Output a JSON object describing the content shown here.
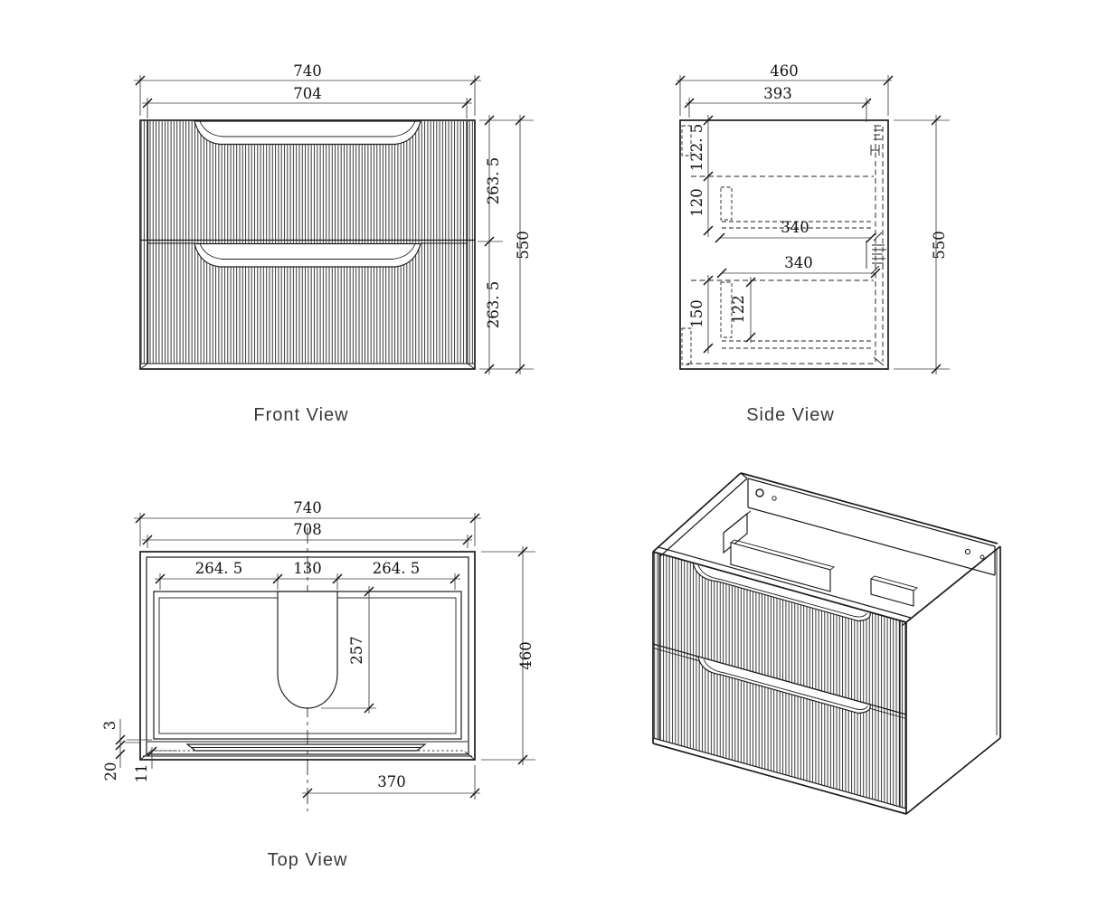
{
  "drawing": {
    "front_view": {
      "label": "Front View",
      "dims": {
        "overall_width": "740",
        "inner_width": "704",
        "upper_drawer_height": "263. 5",
        "lower_drawer_height": "263. 5",
        "overall_height": "550"
      }
    },
    "side_view": {
      "label": "Side View",
      "dims": {
        "overall_depth": "460",
        "inner_depth": "393",
        "top_offset": "122. 5",
        "upper_drawer_inner": "120",
        "upper_runner_length": "340",
        "lower_runner_length": "340",
        "lower_drawer_inner": "150",
        "lower_slide_height": "122",
        "overall_height": "550"
      }
    },
    "top_view": {
      "label": "Top View",
      "dims": {
        "overall_width": "740",
        "inner_width": "708",
        "left_to_cutout": "264. 5",
        "cutout_width": "130",
        "cutout_to_right": "264. 5",
        "cutout_depth": "257",
        "overall_depth": "460",
        "front_gap": "3",
        "front_edge": "20",
        "edge_inset": "11",
        "cutout_offset": "370"
      }
    }
  }
}
